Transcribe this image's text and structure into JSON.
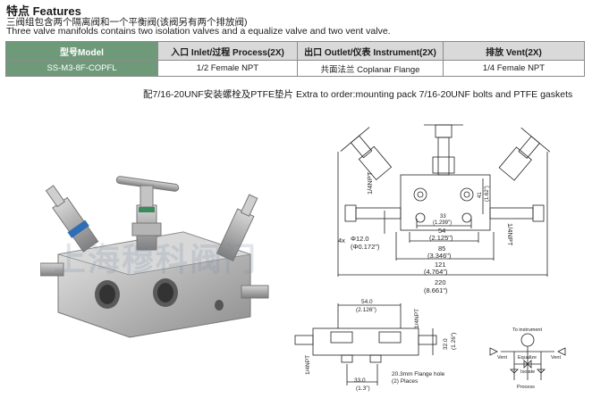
{
  "features": {
    "title": "特点 Features",
    "desc_cn": "三阀组包含两个隔离阀和一个平衡阀(该阀另有两个排放阀)",
    "desc_en": "Three valve manifolds contains two isolation valves and a equalize valve and two vent valve."
  },
  "table": {
    "headers": [
      "型号Model",
      "入口 Inlet/过程 Process(2X)",
      "出口 Outlet/仪表 Instrument(2X)",
      "排放 Vent(2X)"
    ],
    "row": [
      "SS-M3-8F-COPFL",
      "1/2  Female NPT",
      "共面法兰 Coplanar Flange",
      "1/4 Female NPT"
    ]
  },
  "extra_order": "配7/16-20UNF安装螺栓及PTFE垫片  Extra to order:mounting pack 7/16-20UNF bolts and PTFE gaskets",
  "watermark": "上海穆科阀门",
  "drawing_front": {
    "npt_top": "1/4NPT",
    "npt_right": "1/4NPT",
    "hole_count": "4x",
    "hole_dia_mm": "Φ12.0",
    "hole_dia_in": "(Φ0.172\")",
    "dim_33": "33",
    "dim_33_in": "(1.299\")",
    "dim_41": "41",
    "dim_41_in": "(1.62\")",
    "dim_54": "54",
    "dim_54_in": "(2.125\")",
    "dim_85": "85",
    "dim_85_in": "(3.346\")",
    "dim_121": "121",
    "dim_121_in": "(4.764\")",
    "dim_220": "220",
    "dim_220_in": "(8.661\")"
  },
  "drawing_bottom": {
    "dim_54": "54.0",
    "dim_54_in": "(2.126\")",
    "npt_top": "1/4NPT",
    "npt_left": "1/4NPT",
    "dim_32": "32.0",
    "dim_32_in": "(1.26\")",
    "flange_note_1": "20.3mm Flange hole",
    "flange_note_2": "(2) Places",
    "dim_33": "33.0",
    "dim_33_in": "(1.3\")"
  },
  "schematic": {
    "to_instrument": "To instrument",
    "vent_left": "Vent",
    "vent_right": "Vent",
    "equalize": "Equalize",
    "isolate": "Isolate",
    "process": "Process"
  }
}
